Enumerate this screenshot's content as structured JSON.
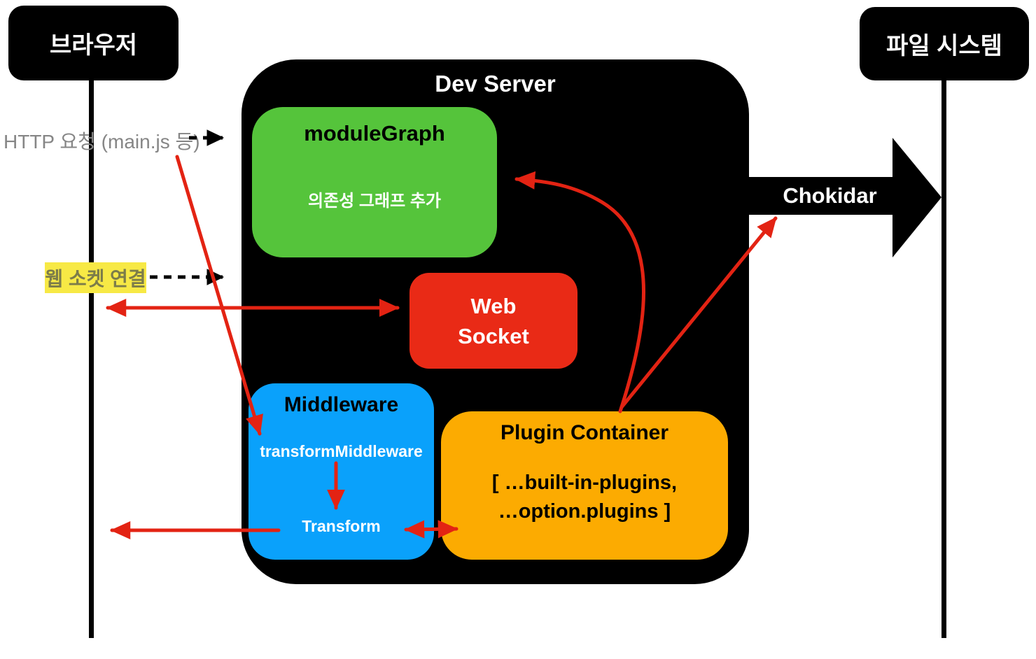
{
  "diagram": {
    "browser": "브라우저",
    "file_system": "파일 시스템",
    "dev_server": "Dev Server",
    "module_graph": {
      "title": "moduleGraph",
      "subtitle": "의존성 그래프 추가"
    },
    "web_socket": {
      "lines": [
        "Web",
        "Socket"
      ]
    },
    "middleware": {
      "title": "Middleware",
      "step1": "transformMiddleware",
      "step2": "Transform"
    },
    "plugin_container": {
      "title": "Plugin Container",
      "lines": [
        "[ …built-in-plugins,",
        "…option.plugins ]"
      ]
    },
    "chokidar": "Chokidar",
    "labels": {
      "http_request": "HTTP 요청 (main.js 등)",
      "websocket_connection": "웹 소켓 연결"
    }
  },
  "colors": {
    "module_graph_green": "#55c43b",
    "web_socket_red": "#e92a16",
    "middleware_blue": "#0aa1fb",
    "plugin_orange": "#fcab01",
    "arrow_red": "#e32313",
    "highlight_yellow": "#f7e945",
    "label_gray": "#868686",
    "box_black": "#000000"
  }
}
